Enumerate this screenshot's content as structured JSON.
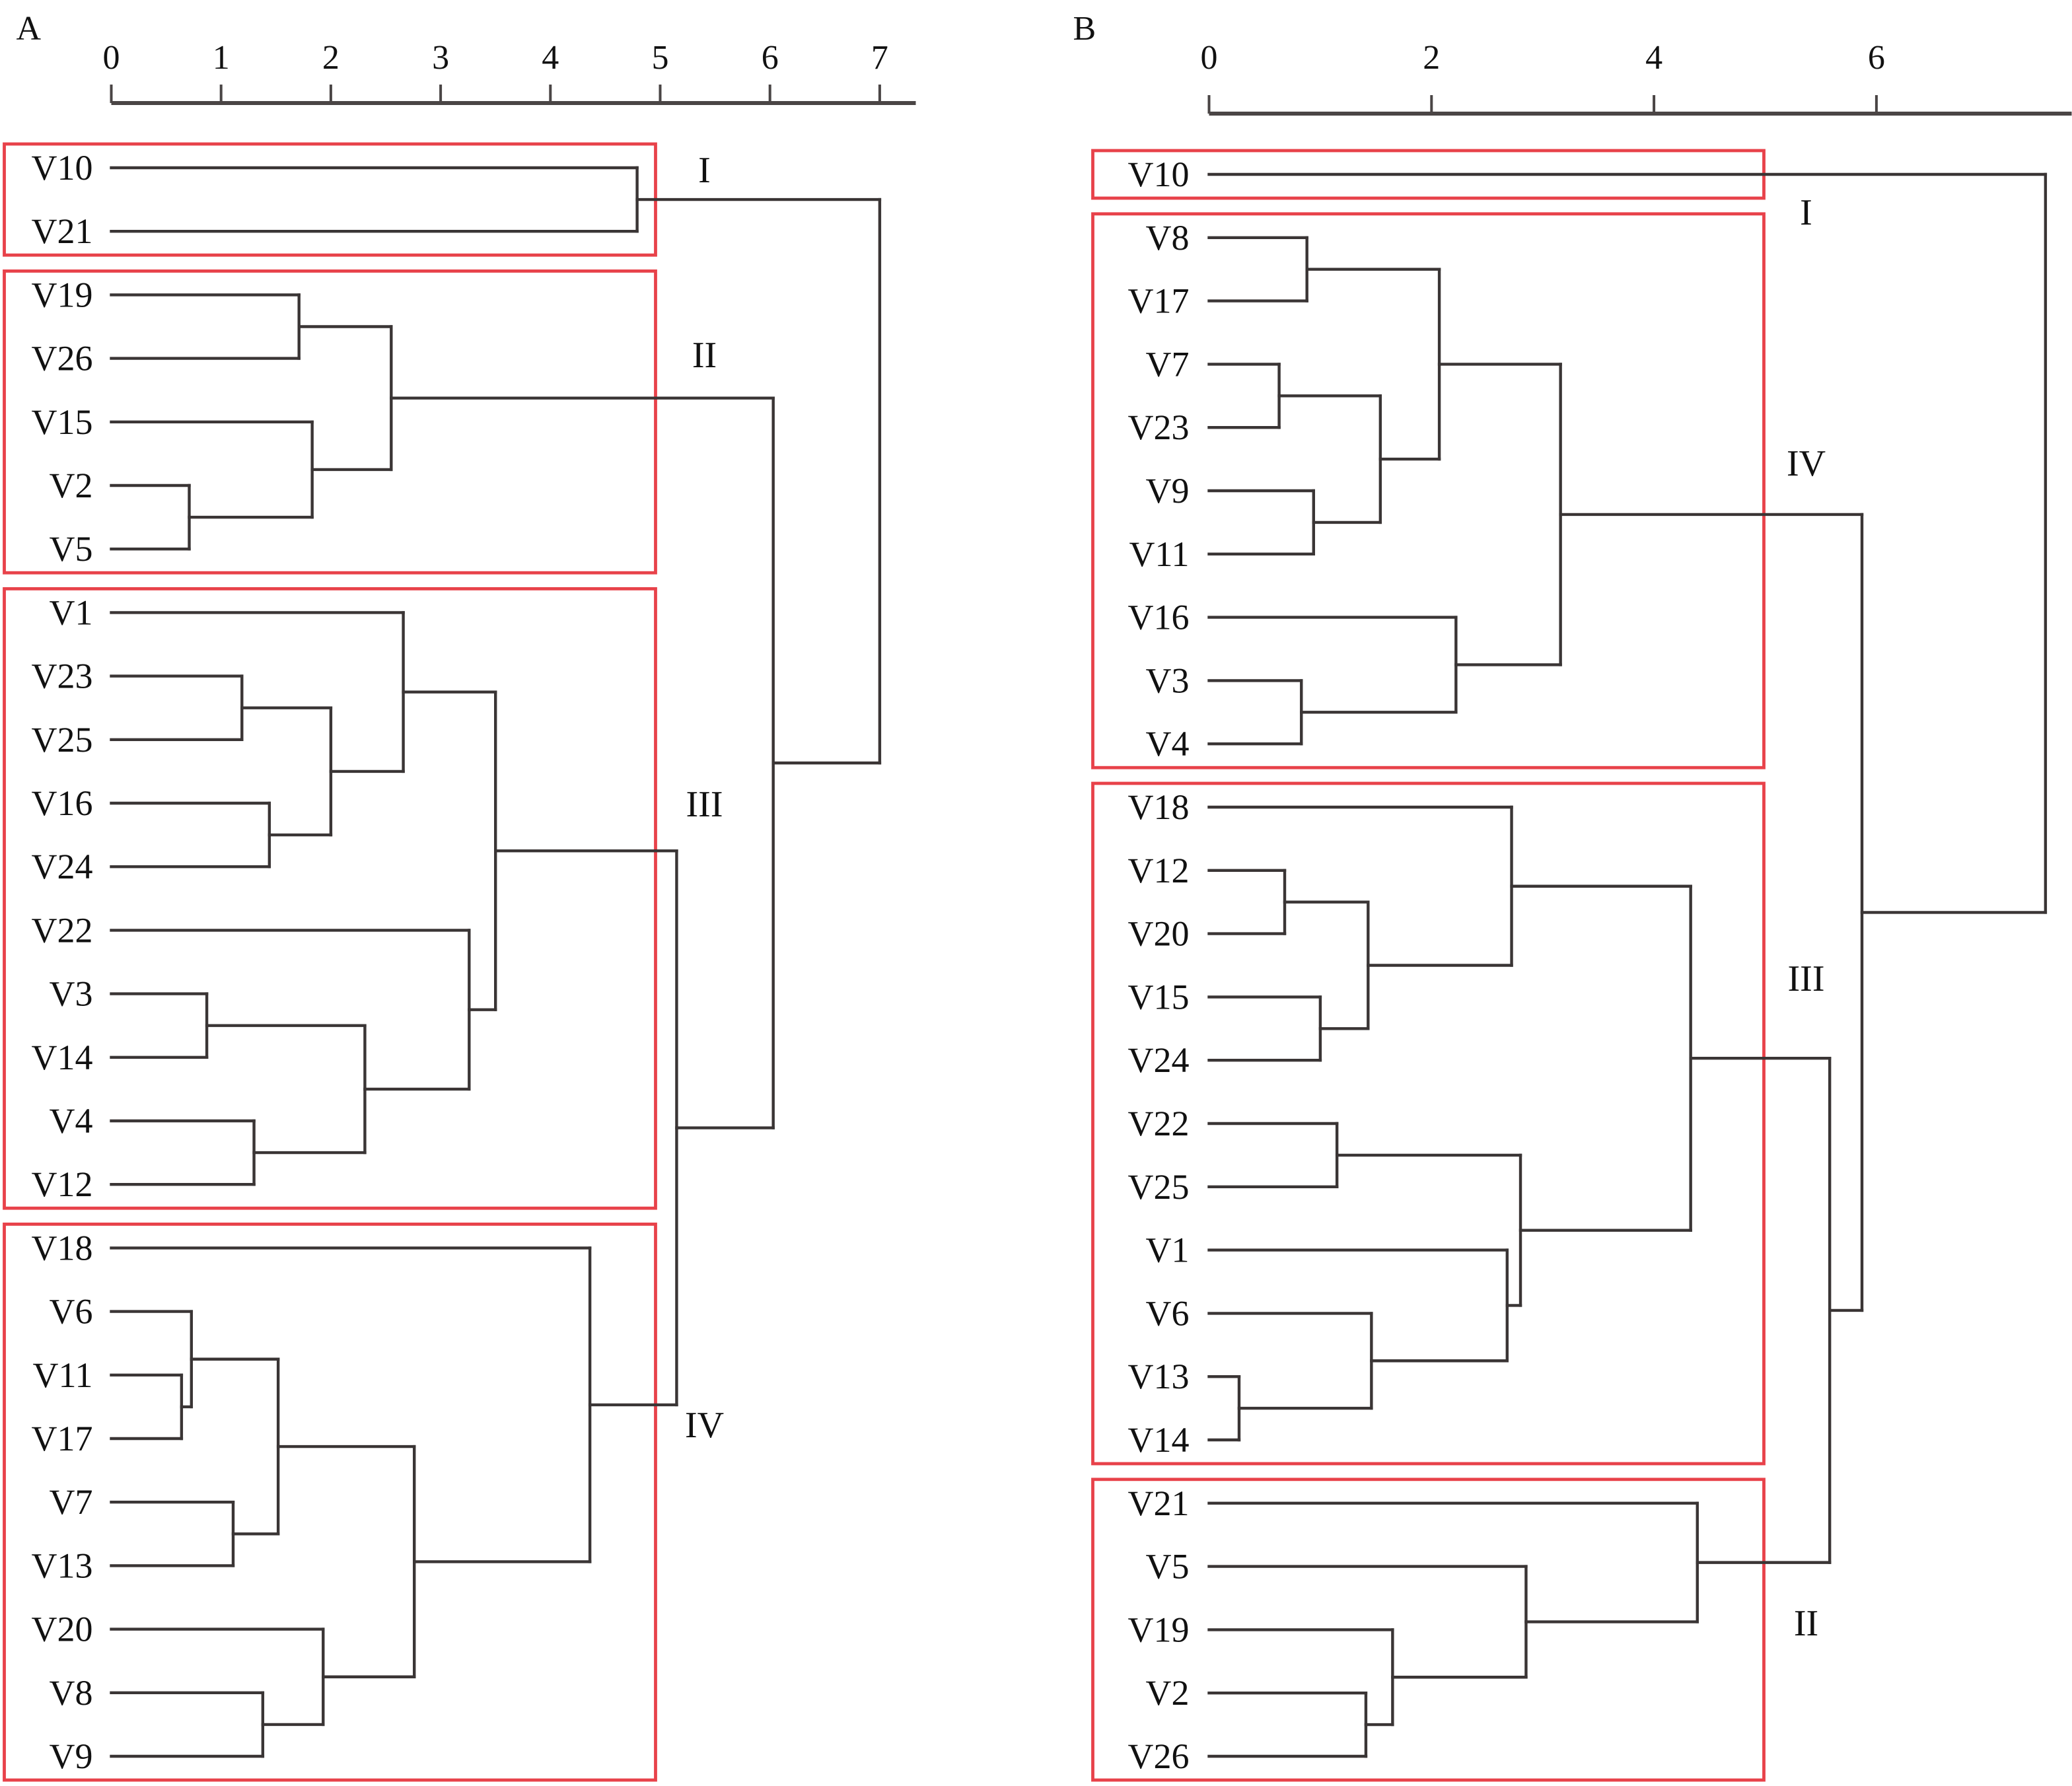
{
  "colors": {
    "branch": "#3a3535",
    "cluster_box": "#e8424a",
    "text": "#111111"
  },
  "chart_data": [
    {
      "type": "dendrogram",
      "panel_label": "A",
      "xlabel": "",
      "ylabel": "",
      "axis_position": "top",
      "xlim": [
        0,
        7.3
      ],
      "ticks": [
        0,
        1,
        2,
        3,
        4,
        5,
        6,
        7
      ],
      "tick_labels": [
        "0",
        "1",
        "2",
        "3",
        "4",
        "5",
        "6",
        "7"
      ],
      "leaf_order": [
        "V10",
        "V21",
        "V19",
        "V26",
        "V15",
        "V2",
        "V5",
        "V1",
        "V23",
        "V25",
        "V16",
        "V24",
        "V22",
        "V3",
        "V14",
        "V4",
        "V12",
        "V18",
        "V6",
        "V11",
        "V17",
        "V7",
        "V13",
        "V20",
        "V8",
        "V9"
      ],
      "clusters": [
        {
          "label": "I",
          "members": [
            "V10",
            "V21"
          ]
        },
        {
          "label": "II",
          "members": [
            "V19",
            "V26",
            "V15",
            "V2",
            "V5"
          ]
        },
        {
          "label": "III",
          "members": [
            "V1",
            "V23",
            "V25",
            "V16",
            "V24",
            "V22",
            "V3",
            "V14",
            "V4",
            "V12"
          ]
        },
        {
          "label": "IV",
          "members": [
            "V18",
            "V6",
            "V11",
            "V17",
            "V7",
            "V13",
            "V20",
            "V8",
            "V9"
          ]
        }
      ],
      "tree": {
        "h": 7.0,
        "c": [
          {
            "h": 4.79,
            "c": [
              "V10",
              "V21"
            ]
          },
          {
            "h": 6.03,
            "c": [
              {
                "h": 2.55,
                "c": [
                  {
                    "h": 1.71,
                    "c": [
                      "V19",
                      "V26"
                    ]
                  },
                  {
                    "h": 1.83,
                    "c": [
                      "V15",
                      {
                        "h": 0.71,
                        "c": [
                          "V2",
                          "V5"
                        ]
                      }
                    ]
                  }
                ]
              },
              {
                "h": 5.15,
                "c": [
                  {
                    "h": 3.5,
                    "c": [
                      {
                        "h": 2.66,
                        "c": [
                          "V1",
                          {
                            "h": 2.0,
                            "c": [
                              {
                                "h": 1.19,
                                "c": [
                                  "V23",
                                  "V25"
                                ]
                              },
                              {
                                "h": 1.44,
                                "c": [
                                  "V16",
                                  "V24"
                                ]
                              }
                            ]
                          }
                        ]
                      },
                      {
                        "h": 3.26,
                        "c": [
                          "V22",
                          {
                            "h": 2.31,
                            "c": [
                              {
                                "h": 0.87,
                                "c": [
                                  "V3",
                                  "V14"
                                ]
                              },
                              {
                                "h": 1.3,
                                "c": [
                                  "V4",
                                  "V12"
                                ]
                              }
                            ]
                          }
                        ]
                      }
                    ]
                  },
                  {
                    "h": 4.36,
                    "c": [
                      "V18",
                      {
                        "h": 2.76,
                        "c": [
                          {
                            "h": 1.52,
                            "c": [
                              {
                                "h": 0.73,
                                "c": [
                                  "V6",
                                  {
                                    "h": 0.64,
                                    "c": [
                                      "V11",
                                      "V17"
                                    ]
                                  }
                                ]
                              },
                              {
                                "h": 1.11,
                                "c": [
                                  "V7",
                                  "V13"
                                ]
                              }
                            ]
                          },
                          {
                            "h": 1.93,
                            "c": [
                              "V20",
                              {
                                "h": 1.38,
                                "c": [
                                  "V8",
                                  "V9"
                                ]
                              }
                            ]
                          }
                        ]
                      }
                    ]
                  }
                ]
              }
            ]
          }
        ]
      }
    },
    {
      "type": "dendrogram",
      "panel_label": "B",
      "xlabel": "",
      "ylabel": "",
      "axis_position": "top",
      "xlim": [
        0,
        7.5
      ],
      "ticks": [
        0,
        2,
        4,
        6
      ],
      "tick_labels": [
        "0",
        "2",
        "4",
        "6"
      ],
      "leaf_order": [
        "V10",
        "V8",
        "V17",
        "V7",
        "V23",
        "V9",
        "V11",
        "V16",
        "V3",
        "V4",
        "V18",
        "V12",
        "V20",
        "V15",
        "V24",
        "V22",
        "V25",
        "V1",
        "V6",
        "V13",
        "V14",
        "V21",
        "V5",
        "V19",
        "V2",
        "V26"
      ],
      "clusters": [
        {
          "label": "I",
          "members": [
            "V10"
          ]
        },
        {
          "label": "IV",
          "members": [
            "V8",
            "V17",
            "V7",
            "V23",
            "V9",
            "V11",
            "V16",
            "V3",
            "V4"
          ]
        },
        {
          "label": "III",
          "members": [
            "V18",
            "V12",
            "V20",
            "V15",
            "V24",
            "V22",
            "V25",
            "V1",
            "V6",
            "V13",
            "V14"
          ]
        },
        {
          "label": "II",
          "members": [
            "V21",
            "V5",
            "V19",
            "V2",
            "V26"
          ]
        }
      ],
      "tree": {
        "h": 7.52,
        "c": [
          "V10",
          {
            "h": 5.87,
            "c": [
              {
                "h": 3.16,
                "c": [
                  {
                    "h": 2.07,
                    "c": [
                      {
                        "h": 0.88,
                        "c": [
                          "V8",
                          "V17"
                        ]
                      },
                      {
                        "h": 1.54,
                        "c": [
                          {
                            "h": 0.63,
                            "c": [
                              "V7",
                              "V23"
                            ]
                          },
                          {
                            "h": 0.94,
                            "c": [
                              "V9",
                              "V11"
                            ]
                          }
                        ]
                      }
                    ]
                  },
                  {
                    "h": 2.22,
                    "c": [
                      "V16",
                      {
                        "h": 0.83,
                        "c": [
                          "V3",
                          "V4"
                        ]
                      }
                    ]
                  }
                ]
              },
              {
                "h": 5.58,
                "c": [
                  {
                    "h": 4.33,
                    "c": [
                      {
                        "h": 2.72,
                        "c": [
                          "V18",
                          {
                            "h": 1.43,
                            "c": [
                              {
                                "h": 0.68,
                                "c": [
                                  "V12",
                                  "V20"
                                ]
                              },
                              {
                                "h": 1.0,
                                "c": [
                                  "V15",
                                  "V24"
                                ]
                              }
                            ]
                          }
                        ]
                      },
                      {
                        "h": 2.8,
                        "c": [
                          {
                            "h": 1.15,
                            "c": [
                              "V22",
                              "V25"
                            ]
                          },
                          {
                            "h": 2.68,
                            "c": [
                              "V1",
                              {
                                "h": 1.46,
                                "c": [
                                  "V6",
                                  {
                                    "h": 0.27,
                                    "c": [
                                      "V13",
                                      "V14"
                                    ]
                                  }
                                ]
                              }
                            ]
                          }
                        ]
                      }
                    ]
                  },
                  {
                    "h": 4.39,
                    "c": [
                      "V21",
                      {
                        "h": 2.85,
                        "c": [
                          "V5",
                          {
                            "h": 1.65,
                            "c": [
                              "V19",
                              {
                                "h": 1.41,
                                "c": [
                                  "V2",
                                  "V26"
                                ]
                              }
                            ]
                          }
                        ]
                      }
                    ]
                  }
                ]
              }
            ]
          }
        ]
      }
    }
  ]
}
